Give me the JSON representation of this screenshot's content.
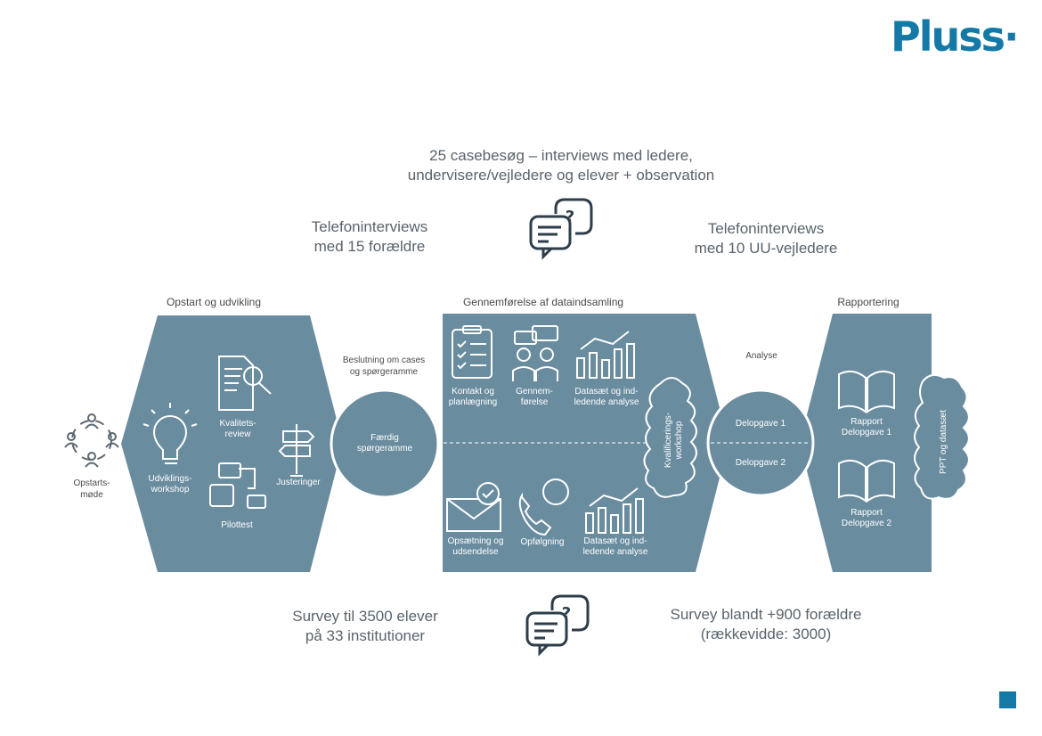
{
  "brand": {
    "logo_text": "Pluss",
    "accent": "#1479a6",
    "panel_color": "#6a8c9f"
  },
  "top": {
    "center_line1": "25 casebesøg – interviews med ledere,",
    "center_line2": "undervisere/vejledere og elever + observation",
    "left_line1": "Telefoninterviews",
    "left_line2": "med 15 forældre",
    "right_line1": "Telefoninterviews",
    "right_line2": "med 10 UU-vejledere"
  },
  "bottom": {
    "left_line1": "Survey til 3500 elever",
    "left_line2": "på 33 institutioner",
    "right_line1": "Survey blandt +900 forældre",
    "right_line2": "(rækkevidde: 3000)"
  },
  "phases": {
    "opstart": "Opstart og udvikling",
    "gennemfoerelse": "Gennemførelse af dataindsamling",
    "rapportering": "Rapportering",
    "beslutning_line1": "Beslutning om cases",
    "beslutning_line2": "og spørgeramme",
    "analyse": "Analyse"
  },
  "start": {
    "line1": "Opstarts-",
    "line2": "møde"
  },
  "opstart_items": {
    "udvikling_line1": "Udviklings-",
    "udvikling_line2": "workshop",
    "kvalitet_line1": "Kvalitets-",
    "kvalitet_line2": "review",
    "pilottest": "Pilottest",
    "justeringer": "Justeringer"
  },
  "faerdig": {
    "line1": "Færdig",
    "line2": "spørgeramme"
  },
  "data_top": {
    "kontakt_line1": "Kontakt og",
    "kontakt_line2": "planlægning",
    "gennem_line1": "Gennem-",
    "gennem_line2": "førelse",
    "datasaet_line1": "Datasæt og ind-",
    "datasaet_line2": "ledende analyse"
  },
  "data_bottom": {
    "ops_line1": "Opsætning og",
    "ops_line2": "udsendelse",
    "opfoelgning": "Opfølgning",
    "datasaet_line1": "Datasæt og ind-",
    "datasaet_line2": "ledende analyse"
  },
  "kval_workshop": {
    "line1": "Kvalificerings-",
    "line2": "workshop"
  },
  "delopgaver": {
    "d1": "Delopgave 1",
    "d2": "Delopgave 2"
  },
  "rapporter": {
    "r1_line1": "Rapport",
    "r1_line2": "Delopgave 1",
    "r2_line1": "Rapport",
    "r2_line2": "Delopgave 2"
  },
  "ppt": "PPT og datasæt"
}
